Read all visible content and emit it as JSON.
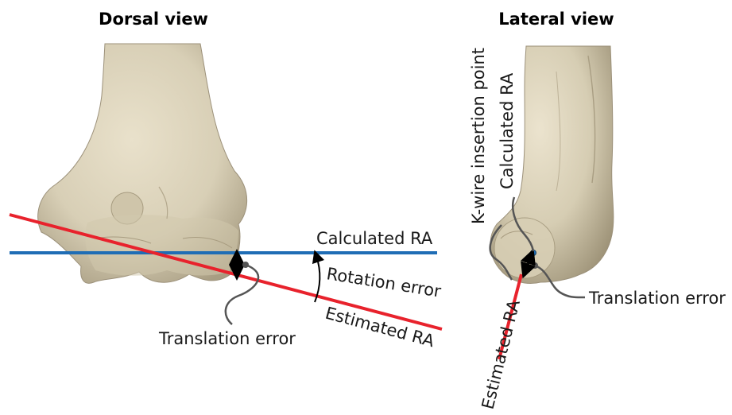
{
  "panels": {
    "dorsal": {
      "title": "Dorsal view",
      "labels": {
        "calculated_ra": "Calculated RA",
        "rotation_error": "Rotation error",
        "estimated_ra": "Estimated RA",
        "translation_error": "Translation error"
      }
    },
    "lateral": {
      "title": "Lateral view",
      "labels": {
        "kwire_insertion_point": "K-wire insertion point",
        "calculated_ra": "Calculated RA",
        "translation_error": "Translation error",
        "estimated_ra": "Estimated RA"
      }
    }
  },
  "colors": {
    "calculated_ra_line": "#1f6db5",
    "estimated_ra_line": "#e8222c",
    "bone": "#ddd4bd",
    "leader_line": "#555555"
  }
}
